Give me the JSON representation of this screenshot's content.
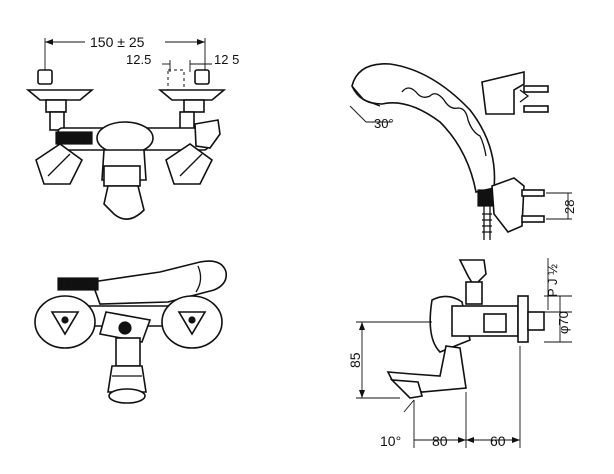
{
  "dimensions": {
    "top_span": "150 ± 25",
    "offset_left": "12.5",
    "offset_right": "12 5",
    "angle": "30°",
    "height_28": "28",
    "pj": "P J ½",
    "dia70": "φ70",
    "height_85": "85",
    "spout_angle": "10°",
    "dist_80": "80",
    "dist_60": "60"
  }
}
